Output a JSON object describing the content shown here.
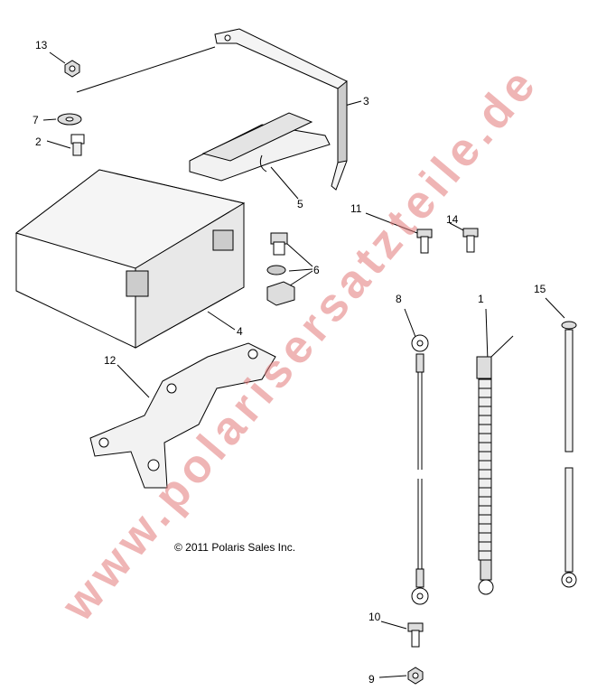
{
  "callouts": [
    "13",
    "7",
    "2",
    "3",
    "5",
    "6",
    "4",
    "12",
    "11",
    "14",
    "8",
    "1",
    "15",
    "10",
    "9"
  ],
  "copyright": "© 2011 Polaris Sales Inc.",
  "watermark": "www.polarisersatzteile.de",
  "colors": {
    "line": "#000000",
    "part_fill": "#ffffff",
    "part_shade": "#d8d8d8",
    "watermark": "#e17878"
  }
}
